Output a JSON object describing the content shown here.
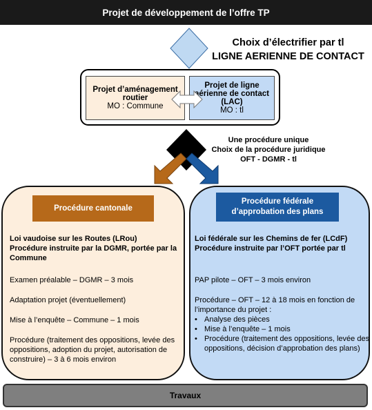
{
  "header": {
    "title": "Projet de développement de l’offre TP"
  },
  "choice": {
    "line1": "Choix d’électrifier par tl",
    "line2": "LIGNE AERIENNE DE CONTACT"
  },
  "projects": {
    "left": {
      "title": "Projet d’aménagement routier",
      "owner": "MO : Commune"
    },
    "right": {
      "title": "Projet de ligne aérienne de contact (LAC)",
      "owner": "MO : tl"
    }
  },
  "decision": {
    "line1": "Une procédure unique",
    "line2": "Choix de la procédure juridique",
    "line3": "OFT - DGMR - tl"
  },
  "cantonal": {
    "badge": "Procédure cantonale",
    "law_line1": "Loi vaudoise sur les Routes (LRou)",
    "law_line2": "Procédure instruite par la DGMR, portée par la Commune",
    "steps": [
      "Examen préalable – DGMR – 3 mois",
      "Adaptation projet (éventuellement)",
      "Mise à l’enquête – Commune – 1 mois",
      "Procédure (traitement des oppositions, levée des oppositions, adoption du projet, autorisation de construire) – 3 à 6 mois environ"
    ]
  },
  "federal": {
    "badge": "Procédure fédérale d’approbation des plans",
    "law_line1": "Loi fédérale sur les Chemins de fer (LCdF)",
    "law_line2": "Procédure instruite par l’OFT portée par tl",
    "pap": "PAP pilote – OFT – 3 mois environ",
    "procedure": "Procédure – OFT – 12 à 18 mois en fonction de l’importance du projet :",
    "bullets": [
      "Analyse des pièces",
      "Mise à l’enquête – 1 mois",
      "Procédure (traitement des oppositions, levée des oppositions, décision d’approbation des plans)"
    ]
  },
  "footer": {
    "label": "Travaux"
  },
  "colors": {
    "beige_fill": "#fdeedd",
    "blue_fill": "#c2daf5",
    "brown": "#b6691a",
    "dark_blue": "#1c5aa0",
    "header": "#1a1a1a",
    "footer": "#7f7f7f"
  }
}
